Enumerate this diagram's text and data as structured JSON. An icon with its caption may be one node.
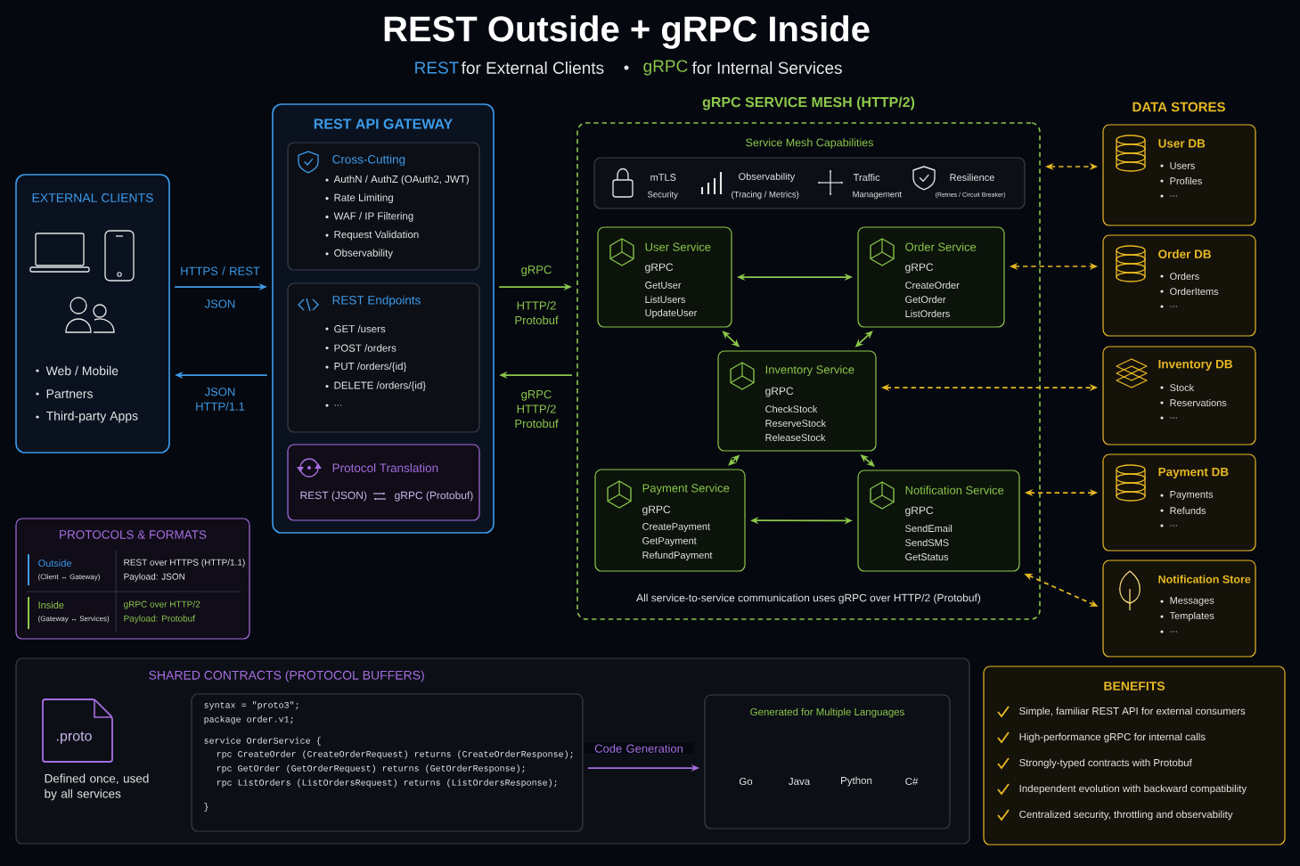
{
  "diagram": {
    "title": "REST Outside + gRPC Inside",
    "nodes": [
      {
        "text": [
          "EXTERNAL CLIENTS",
          "Web / Mobile",
          "Partners",
          "Third-party Apps"
        ]
      },
      {
        "text": [
          "REST API GATEWAY"
        ]
      },
      {
        "text": [
          "Cross-Cutting",
          "AuthN / AuthZ (OAuth2, JWT)",
          "Rate Limiting",
          "WAF / IP Filtering",
          "Request Validation",
          "Observability"
        ],
        "in": 1
      },
      {
        "text": [
          "REST Endpoints",
          "GET  /users",
          "POST  /orders",
          "PUT  /orders/{id}",
          "DELETE  /orders/{id}",
          "..."
        ],
        "in": 1
      },
      {
        "text": [
          "Protocol Translation",
          "REST (JSON)",
          "gRPC (Protobuf)"
        ],
        "in": 1
      },
      {
        "text": [
          "gRPC SERVICE MESH (HTTP/2)",
          "All service-to-service communication uses gRPC over HTTP/2 (Protobuf)"
        ]
      },
      {
        "text": [
          "Service Mesh Capabilities",
          "mTLS",
          "Security",
          "Observability",
          "(Tracing / Metrics)",
          "Traffic",
          "Management",
          "Resilience",
          "(Retries / Circuit Breaker)"
        ],
        "in": 5
      },
      {
        "text": [
          "User Service",
          "gRPC",
          "GetUser",
          "ListUsers",
          "UpdateUser"
        ],
        "in": 5
      },
      {
        "text": [
          "Order Service",
          "gRPC",
          "CreateOrder",
          "GetOrder",
          "ListOrders"
        ],
        "in": 5
      },
      {
        "text": [
          "Inventory Service",
          "gRPC",
          "CheckStock",
          "ReserveStock",
          "ReleaseStock"
        ],
        "in": 5
      },
      {
        "text": [
          "Payment Service",
          "gRPC",
          "CreatePayment",
          "GetPayment",
          "RefundPayment"
        ],
        "in": 5
      },
      {
        "text": [
          "Notification Service",
          "gRPC",
          "SendEmail",
          "SendSMS",
          "GetStatus"
        ],
        "in": 5
      },
      {
        "text": [
          "User DB",
          "Users",
          "Profiles",
          "..."
        ]
      },
      {
        "text": [
          "Order DB",
          "Orders",
          "OrderItems",
          "..."
        ]
      },
      {
        "text": [
          "Inventory DB",
          "Stock",
          "Reservations",
          "..."
        ]
      },
      {
        "text": [
          "Payment DB",
          "Payments",
          "Refunds",
          "..."
        ]
      },
      {
        "text": [
          "Notification Store",
          "Messages",
          "Templates",
          "..."
        ]
      },
      {
        "text": [
          "PROTOCOLS & FORMATS",
          "Outside",
          "(Client ↔ Gateway)",
          "REST over HTTPS (HTTP/1.1)",
          "Payload: JSON",
          "Inside",
          "(Gateway ↔ Services)",
          "gRPC over HTTP/2",
          "Payload: Protobuf"
        ]
      },
      {
        "text": [
          "SHARED CONTRACTS (PROTOCOL BUFFERS)"
        ]
      },
      {
        "text": [
          ".proto"
        ],
        "beside": [
          "Defined once, used by all services"
        ],
        "in": 18
      },
      {
        "text": [
          "syntax = \"proto3\";",
          "package order.v1;",
          "service OrderService {",
          "rpc CreateOrder (CreateOrderRequest) returns (CreateOrderResponse);",
          "rpc GetOrder (GetOrderRequest) returns (GetOrderResponse);",
          "rpc ListOrders (ListOrdersRequest) returns (ListOrdersResponse);",
          "}"
        ],
        "in": 18
      },
      {
        "text": [
          "Generated for Multiple Languages",
          "Go",
          "Java",
          "Python",
          "C#"
        ],
        "in": 18
      },
      {
        "text": [
          "BENEFITS",
          "Simple, familiar REST API for external consumers",
          "High-performance gRPC for internal calls",
          "Strongly-typed contracts with Protobuf",
          "Independent evolution with backward compatibility",
          "Centralized security, throttling and observability"
        ]
      }
    ],
    "edges": [
      {
        "from": 0,
        "to": 1,
        "arrow": "to",
        "label": "HTTPS / REST",
        "color": "#3d9be9"
      },
      {
        "from": 1,
        "to": 0,
        "arrow": "to",
        "label": "JSON HTTP/1.1",
        "color": "#3d9be9"
      },
      {
        "from": 1,
        "to": 5,
        "arrow": "to",
        "label": "gRPC"
      },
      {
        "from": 5,
        "to": 1,
        "arrow": "to",
        "label": "gRPC HTTP/2 Protobuf"
      },
      {
        "from": 7,
        "to": 8,
        "arrow": "both"
      },
      {
        "from": 7,
        "to": 9,
        "arrow": "both"
      },
      {
        "from": 8,
        "to": 9,
        "arrow": "both"
      },
      {
        "from": 10,
        "to": 9,
        "arrow": "both"
      },
      {
        "from": 9,
        "to": 11,
        "arrow": "both"
      },
      {
        "from": 10,
        "to": 11,
        "arrow": "both"
      },
      {
        "from": 5,
        "to": 12,
        "arrow": "both",
        "style": "dashed",
        "color": "#e8b923"
      },
      {
        "from": 8,
        "to": 13,
        "arrow": "both",
        "style": "dashed",
        "color": "#e8b923"
      },
      {
        "from": 9,
        "to": 14,
        "arrow": "both",
        "style": "dashed",
        "color": "#e8b923"
      },
      {
        "from": 11,
        "to": 15,
        "arrow": "both",
        "style": "dashed",
        "color": "#e8b923"
      },
      {
        "from": 11,
        "to": 16,
        "arrow": "both",
        "style": "dashed",
        "color": "#e8b923"
      },
      {
        "from": 20,
        "to": 21,
        "arrow": "to",
        "label": "Code Generation",
        "color": "#a66ee0"
      }
    ],
    "labels": [
      "REST",
      "for External Clients",
      "gRPC",
      "for Internal Services",
      "JSON",
      "HTTP/2 Protobuf",
      "DATA STORES"
    ]
  }
}
